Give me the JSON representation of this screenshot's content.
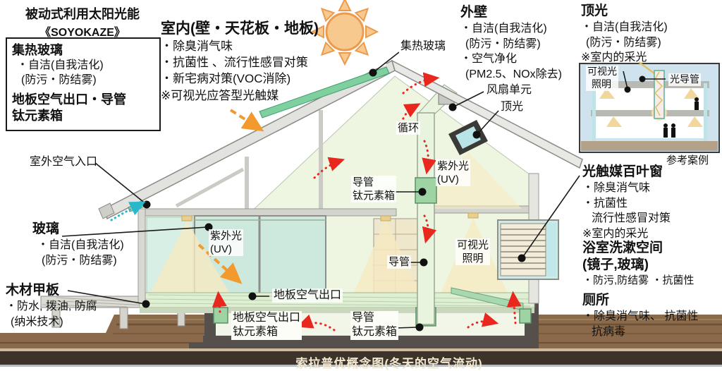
{
  "title": {
    "line1": "被动式利用太阳光能",
    "line2": "《SOYOKAZE》"
  },
  "legend_box": {
    "heading1": "集热玻璃",
    "item1": "・自洁(自我洁化)",
    "item2": "(防污・防结雾)",
    "heading2_line1": "地板空气出口・导管",
    "heading2_line2": "钛元素箱"
  },
  "indoor": {
    "heading": "室内(壁・天花板・地板)",
    "items": [
      "・除臭消气味",
      "・抗菌性 、流行性感冒对策",
      "・新宅病对策(VOC消除)",
      "※可视光应答型光触媒"
    ]
  },
  "exterior_wall": {
    "heading": "外壁",
    "items": [
      "・自洁(自我洁化)",
      "(防污・防结雾)",
      "・空气净化",
      "(PM2.5、NOx除去)"
    ]
  },
  "toplight_block": {
    "heading": "顶光",
    "items": [
      "・自洁(自我洁化)",
      "(防污・防结雾)",
      "※室内的采光"
    ]
  },
  "inset": {
    "label_visible_light_line1": "可视光",
    "label_visible_light_line2": "照明",
    "label_light_duct": "光导管",
    "caption": "参考案例"
  },
  "blinds_block": {
    "heading": "光触媒百叶窗",
    "items": [
      "・除臭消气味",
      "・抗菌性",
      "流行性感冒对策",
      "※室内的采光"
    ]
  },
  "bathroom_block": {
    "heading_line1": "浴室洗漱空间",
    "heading_line2": "(镜子,玻璃)",
    "item1": "・防污,防结雾 ・抗菌性"
  },
  "toilet_block": {
    "heading": "厕所",
    "item1": "・除臭消气味、 抗菌性",
    "item2": "抗病毒"
  },
  "glass_block": {
    "heading": "玻璃",
    "item1": "・自洁(自我洁化)",
    "item2": "(防污・防结雾)"
  },
  "wood_deck_block": {
    "heading": "木材甲板",
    "item1": "・防水, 拨油, 防腐",
    "item2": "(纳米技术)"
  },
  "callouts": {
    "outdoor_air_inlet": "室外空气入口",
    "collector_glass": "集热玻璃",
    "fan_unit": "风扇单元",
    "toplight": "顶光",
    "circulation": "循环",
    "uv_right_line1": "紫外光",
    "uv_right_line2": "(UV)",
    "duct_box_upper_line1": "导管",
    "duct_box_upper_line2": "钛元素箱",
    "uv_left_line1": "紫外光",
    "uv_left_line2": "(UV)",
    "duct": "导管",
    "visible_light_line1": "可视光",
    "visible_light_line2": "照明",
    "floor_air_outlet": "地板空气出口",
    "floor_outlet_box_line1": "地板空气出口",
    "floor_outlet_box_line2": "钛元素箱",
    "duct_box_lower_line1": "导管",
    "duct_box_lower_line2": "钛元素箱"
  },
  "footer": {
    "caption": "索拉普优概念图(冬天的空气流动)"
  },
  "colors": {
    "arrow_red": "#e8281e",
    "arrow_orange": "#f29a2e",
    "arrow_cyan": "#28b8cc",
    "collector_glass_green": "#7fcf9f",
    "sun_orange": "#ec9b4e",
    "ground_brown": "#8a6a4a",
    "footer_band": "#3e332a"
  }
}
